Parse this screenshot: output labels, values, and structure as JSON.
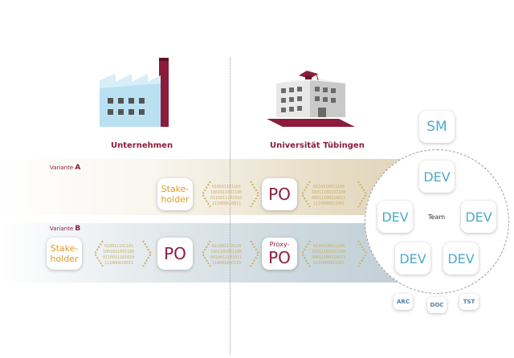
{
  "headings": {
    "left": "Unternehmen",
    "right": "Universität Tübingen"
  },
  "variants": {
    "a": {
      "prefix": "Variante",
      "letter": "A"
    },
    "b": {
      "prefix": "Variante",
      "letter": "B"
    }
  },
  "boxes": {
    "stakeholder_a": {
      "line1": "Stake-",
      "line2": "holder"
    },
    "po_a": "PO",
    "stakeholder_b": {
      "line1": "Stake-",
      "line2": "holder"
    },
    "po_b": "PO",
    "proxy_po": {
      "small": "Proxy-",
      "big": "PO"
    }
  },
  "team": {
    "label": "Team",
    "sm": "SM",
    "devs": [
      "DEV",
      "DEV",
      "DEV",
      "DEV",
      "DEV"
    ],
    "roles": [
      "ARC",
      "DOC",
      "TST"
    ]
  },
  "colors": {
    "brand": "#8b1c3b",
    "stakeholder": "#e39a25",
    "dev": "#4ea9cc",
    "band_a": "#ddd1b4",
    "band_b": "#bfcdd4"
  },
  "icons": {
    "factory": "factory-icon",
    "university": "university-building-icon",
    "exchange": "data-exchange-arrow-icon"
  }
}
